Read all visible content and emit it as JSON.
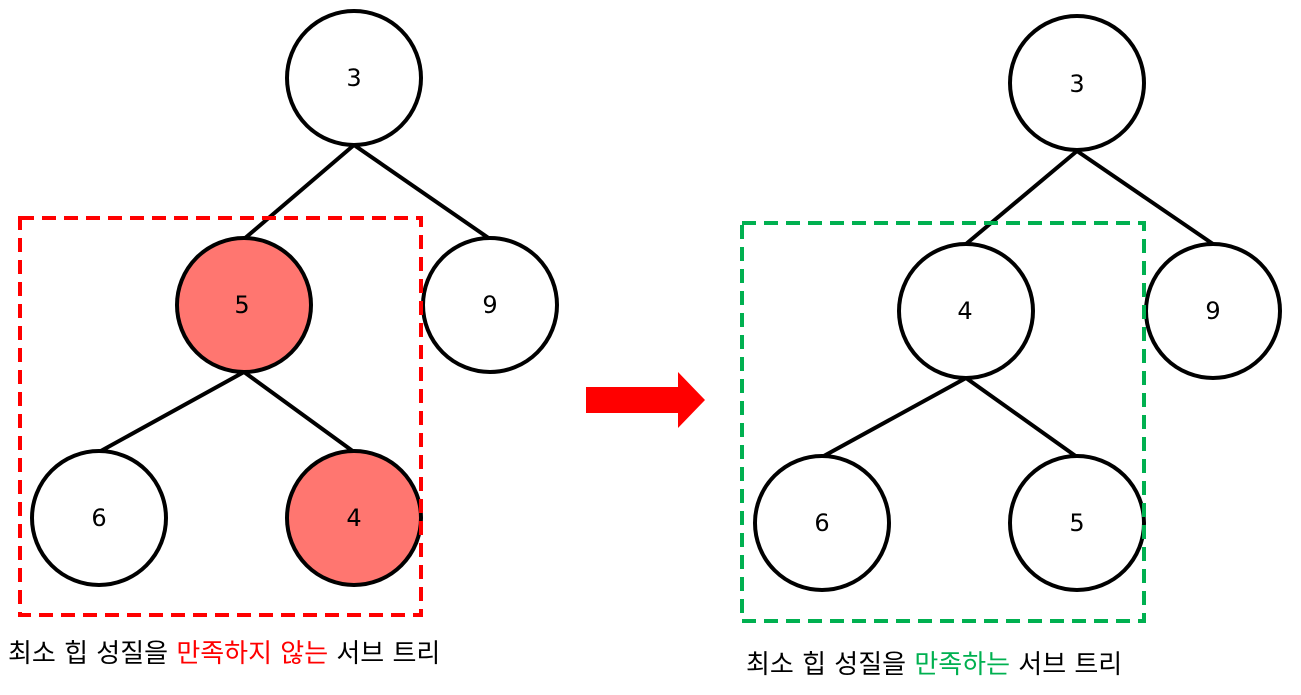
{
  "colors": {
    "highlight_fill": "#ff7670",
    "violation_red": "#ff0000",
    "ok_green": "#00b050",
    "stroke": "#000000",
    "arrow": "#ff0000"
  },
  "left_tree": {
    "nodes": {
      "root": "3",
      "left": "5",
      "right": "9",
      "left_left": "6",
      "left_right": "4"
    },
    "highlighted": [
      "left",
      "left_right"
    ],
    "box_color": "#ff0000"
  },
  "right_tree": {
    "nodes": {
      "root": "3",
      "left": "4",
      "right": "9",
      "left_left": "6",
      "left_right": "5"
    },
    "box_color": "#00b050"
  },
  "captions": {
    "left": {
      "prefix": "최소 힙 성질을 ",
      "highlight": "만족하지 않는",
      "suffix": " 서브 트리"
    },
    "right": {
      "prefix": "최소 힙 성질을 ",
      "highlight": "만족하는",
      "suffix": " 서브 트리"
    }
  },
  "icons": {
    "transition": "right-arrow-icon"
  }
}
